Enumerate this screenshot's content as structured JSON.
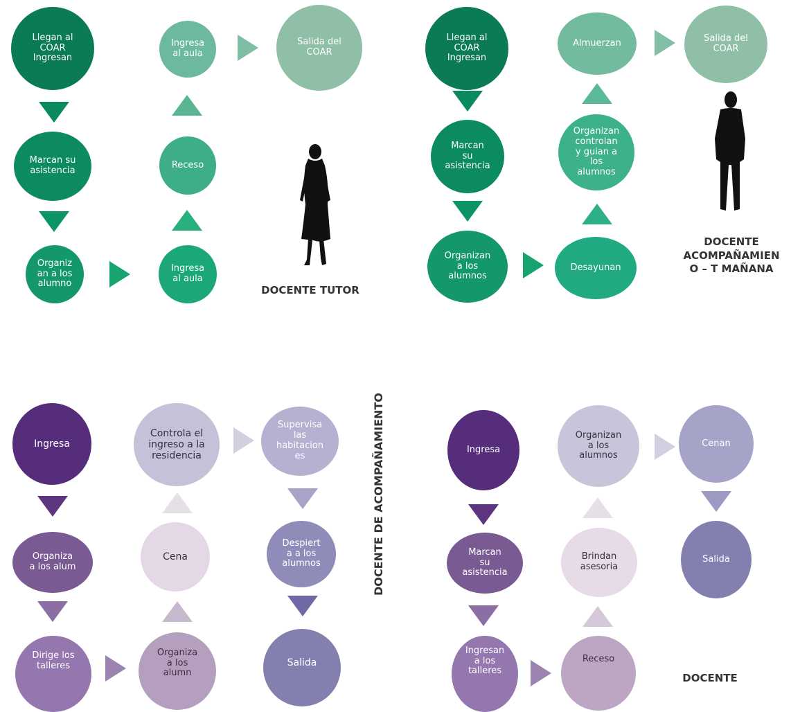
{
  "q1": {
    "n1": "Llegan al\nCOAR\nIngresan",
    "n2": "Marcan su\nasistencia",
    "n3": "Organiz\nan a los\nalumno",
    "n4": "Ingresa\nal aula",
    "n5": "Receso",
    "n6": "Ingresa\nal aula",
    "n7": "Salida del\nCOAR",
    "label": "DOCENTE TUTOR"
  },
  "q2": {
    "n1": "Llegan al\nCOAR\nIngresan",
    "n2": "Marcan\nsu\nasistencia",
    "n3": "Organizan\na los\nalumnos",
    "n4": "Desayunan",
    "n5": "Organizan\ncontrolan\ny guian a\nlos\nalumnos",
    "n6": "Almuerzan",
    "n7": "Salida del\nCOAR",
    "label": "DOCENTE\nACOMPAÑAMIEN\nO – T MAÑANA"
  },
  "q3": {
    "n1": "Ingresa",
    "n2": "Organiza\na los alum",
    "n3": "Dirige los\ntalleres",
    "n4": "Organiza\na los\nalumn",
    "n5": "Cena",
    "n6": "Controla el\ningreso a la\nresidencia",
    "n7": "Supervisa\nlas\nhabitacion\nes",
    "n8": "Despiert\na a los\nalumnos",
    "n9": "Salida",
    "label": "DOCENTE DE ACOMPAÑAMIENTO"
  },
  "q4": {
    "n1": "Ingresa",
    "n2": "Marcan\nsu\nasistencia",
    "n3": "Ingresan\na los\ntalleres",
    "n4": "Receso",
    "n5": "Brindan\nasesoria",
    "n6": "Organizan\na los\nalumnos",
    "n7": "Cenan",
    "n8": "Salida",
    "label": "DOCENTE"
  },
  "colors": {
    "green_dark": "#0b7a57",
    "green_mid": "#13976b",
    "green_light": "#8fbfa7",
    "purple_dark": "#562d7a",
    "purple_mid": "#8a6aa0",
    "lavender": "#c4c2d8",
    "blue_purple": "#8380b0"
  }
}
